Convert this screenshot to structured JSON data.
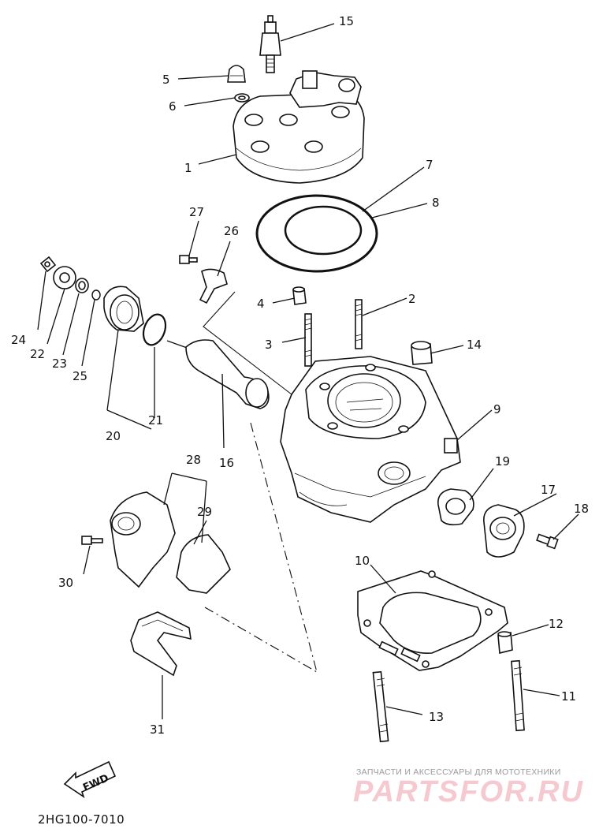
{
  "diagram": {
    "callouts": [
      "1",
      "2",
      "3",
      "4",
      "5",
      "6",
      "7",
      "8",
      "9",
      "10",
      "11",
      "12",
      "13",
      "14",
      "15",
      "16",
      "17",
      "18",
      "19",
      "20",
      "21",
      "22",
      "23",
      "24",
      "25",
      "26",
      "27",
      "28",
      "29",
      "30",
      "31"
    ],
    "fwd_label": "FWD",
    "part_code": "2HG100-7010"
  },
  "watermark": {
    "tagline": "ЗАПЧАСТИ И АКСЕССУАРЫ ДЛЯ МОТОТЕХНИКИ",
    "brand": "PARTSFOR.RU"
  }
}
